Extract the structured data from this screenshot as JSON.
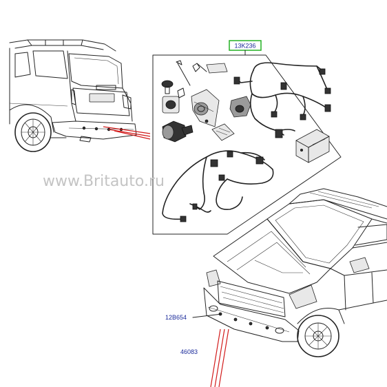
{
  "watermark": "www.Britauto.ru",
  "callouts": {
    "kit": "13K236",
    "front_sensor": "12B654",
    "bottom_partial": "46083"
  },
  "colors": {
    "kit_box_border": "#22b022",
    "leader_lines": "#d21a1a",
    "callout_text": "#1a2a9a"
  }
}
